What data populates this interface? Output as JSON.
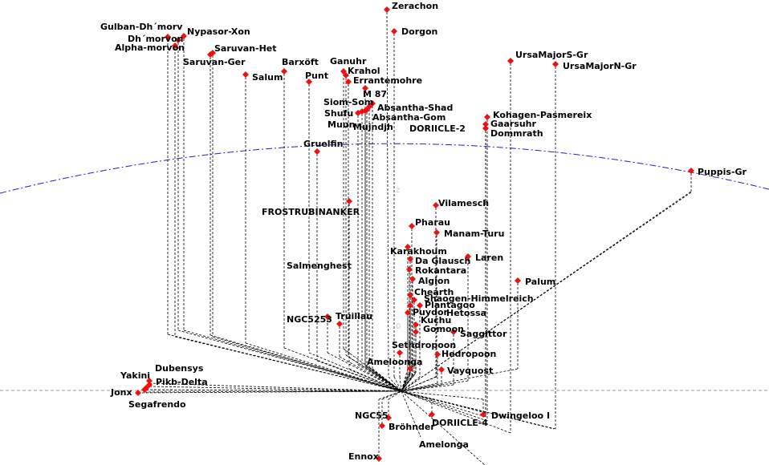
{
  "colors": {
    "background": "#ffffff",
    "star": "#ee1111",
    "drop_line": "#000000",
    "horizon": "#2222bb",
    "ground": "#999999"
  },
  "stars": [
    {
      "name": "Zerachon"
    },
    {
      "name": "Dorgon"
    },
    {
      "name": "Gulban-Dh´morv"
    },
    {
      "name": "Nypasor-Xon"
    },
    {
      "name": "Dh´morvon"
    },
    {
      "name": "Alpha-morvon"
    },
    {
      "name": "Saruvan-Het"
    },
    {
      "name": "Saruvan-Ger"
    },
    {
      "name": "Barxöft"
    },
    {
      "name": "Salum"
    },
    {
      "name": "Ganuhr"
    },
    {
      "name": "Punt"
    },
    {
      "name": "Krahol"
    },
    {
      "name": "Errantemohre"
    },
    {
      "name": "M 87"
    },
    {
      "name": "Siom-Som"
    },
    {
      "name": "Shufu"
    },
    {
      "name": "Absantha-Shad"
    },
    {
      "name": "Absantha-Gom"
    },
    {
      "name": "Muun"
    },
    {
      "name": "Mujndjh"
    },
    {
      "name": "UrsaMajorS-Gr"
    },
    {
      "name": "UrsaMajorN-Gr"
    },
    {
      "name": "Kohagen-Pasmereix"
    },
    {
      "name": "Gaarsuhr"
    },
    {
      "name": "Dommrath"
    },
    {
      "name": "Gruelfin"
    },
    {
      "name": "Puppis-Gr"
    },
    {
      "name": "FROSTRUBINANKER"
    },
    {
      "name": "Vilamesch"
    },
    {
      "name": "Pharau"
    },
    {
      "name": "Manam-Turu"
    },
    {
      "name": "Karakhoum"
    },
    {
      "name": "Da Glausch"
    },
    {
      "name": "Laren"
    },
    {
      "name": "Salmenghest"
    },
    {
      "name": "Rokantara"
    },
    {
      "name": "Palum"
    },
    {
      "name": "Algion"
    },
    {
      "name": "Chearth"
    },
    {
      "name": "Shaogen-Himmelreich"
    },
    {
      "name": "Plantagoo"
    },
    {
      "name": "Puydor"
    },
    {
      "name": "Hetossa"
    },
    {
      "name": "NGC5253"
    },
    {
      "name": "Truillau"
    },
    {
      "name": "Kuchu"
    },
    {
      "name": "Gomoon"
    },
    {
      "name": "Saggittor"
    },
    {
      "name": "Sethdropoon"
    },
    {
      "name": "Hedropoon"
    },
    {
      "name": "Yakini"
    },
    {
      "name": "Dubensys"
    },
    {
      "name": "Pikb-Delta"
    },
    {
      "name": "Ameloonga"
    },
    {
      "name": "Vayquost"
    },
    {
      "name": "Jonx"
    },
    {
      "name": "Segafrendo"
    },
    {
      "name": "NGC55"
    },
    {
      "name": "DORIICLE-4"
    },
    {
      "name": "Dwingeloo I"
    },
    {
      "name": "Bröhnder"
    },
    {
      "name": "Amelonga"
    },
    {
      "name": "Ennox"
    }
  ],
  "region_labels": [
    {
      "text": "DORIICLE-2"
    }
  ],
  "plane_labels": {
    "upper": "z",
    "lower": "0"
  }
}
